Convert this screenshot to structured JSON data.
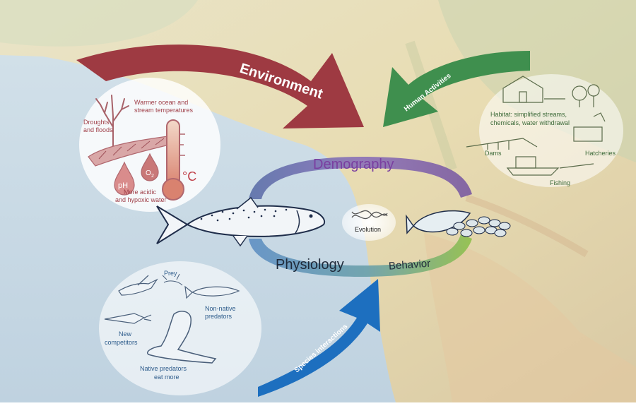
{
  "arrows": {
    "environment": "Environment",
    "human": "Human Activities",
    "species": "Species interactions"
  },
  "cycle": {
    "demography": "Demography",
    "physiology": "Physiology",
    "behavior": "Behavior",
    "evolution": "Evolution"
  },
  "environment_panel": {
    "droughts_1": "Droughts",
    "droughts_2": "and floods",
    "warmer_1": "Warmer ocean and",
    "warmer_2": "stream temperatures",
    "ph": "pH",
    "o2": "O",
    "o2_sub": "2",
    "celsius": "°C",
    "acidic_1": "More acidic",
    "acidic_2": "and hypoxic water"
  },
  "human_panel": {
    "habitat_1": "Habitat: simplified streams,",
    "habitat_2": "chemicals, water withdrawal",
    "dams": "Dams",
    "hatcheries": "Hatcheries",
    "fishing": "Fishing"
  },
  "species_panel": {
    "prey": "Prey",
    "nonnative_1": "Non-native",
    "nonnative_2": "predators",
    "new_1": "New",
    "new_2": "competitors",
    "native_1": "Native predators",
    "native_2": "eat more"
  },
  "colors": {
    "environment_arrow": "#9e3a42",
    "human_arrow": "#3f8f4e",
    "species_arrow": "#1d6fbf",
    "demography_text": "#7a3fa0",
    "env_text": "#a0414a",
    "human_text": "#3e6b3a",
    "species_text": "#2f5d8c"
  }
}
